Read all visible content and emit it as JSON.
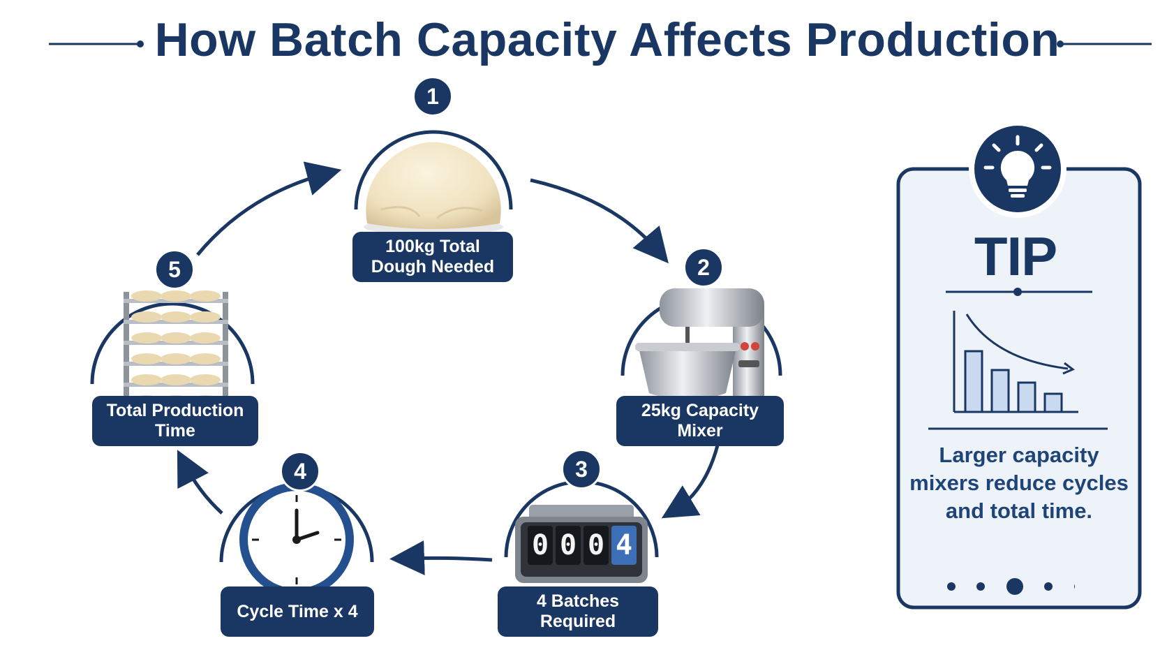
{
  "title": "How Batch Capacity Affects Production",
  "steps": [
    {
      "number": "1",
      "label": "100kg Total Dough Needed"
    },
    {
      "number": "2",
      "label": "25kg Capacity Mixer"
    },
    {
      "number": "3",
      "label": "4 Batches Required"
    },
    {
      "number": "4",
      "label": "Cycle Time x 4"
    },
    {
      "number": "5",
      "label": "Total Production Time"
    }
  ],
  "counter_digits": [
    "0",
    "0",
    "0",
    "4"
  ],
  "tip": {
    "heading": "TIP",
    "text": "Larger capacity mixers reduce cycles and total time.",
    "icon": "lightbulb-icon"
  },
  "colors": {
    "navy": "#1a3763",
    "tip_background": "#eef2f9",
    "bar_fill": "#c9daf0",
    "counter_highlight": "#3d6fb6"
  }
}
